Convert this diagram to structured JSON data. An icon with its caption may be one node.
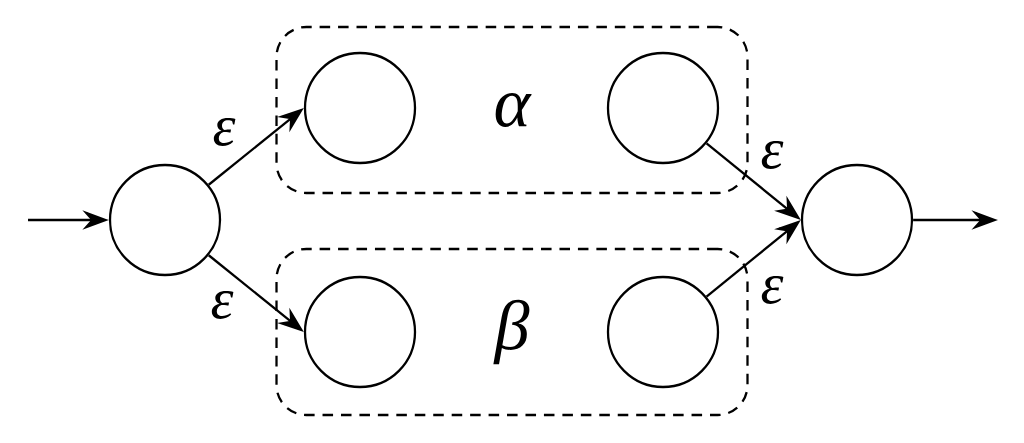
{
  "diagram": {
    "nodes": [
      {
        "text": [],
        "shape": "circle"
      },
      {
        "text": [
          "α"
        ]
      },
      {
        "text": [],
        "shape": "circle",
        "in": 1
      },
      {
        "text": [],
        "shape": "circle",
        "in": 1
      },
      {
        "text": [
          "β"
        ]
      },
      {
        "text": [],
        "shape": "circle",
        "in": 4
      },
      {
        "text": [],
        "shape": "circle",
        "in": 4
      },
      {
        "text": [],
        "shape": "circle"
      }
    ],
    "edges": [
      {
        "from": null,
        "to": 0,
        "arrow": "to"
      },
      {
        "from": 0,
        "to": 2,
        "arrow": "to",
        "label": "ε"
      },
      {
        "from": 0,
        "to": 5,
        "arrow": "to",
        "label": "ε"
      },
      {
        "from": 3,
        "to": 7,
        "arrow": "to",
        "label": "ε"
      },
      {
        "from": 6,
        "to": 7,
        "arrow": "to",
        "label": "ε"
      },
      {
        "from": 7,
        "to": null,
        "arrow": "to"
      }
    ]
  }
}
